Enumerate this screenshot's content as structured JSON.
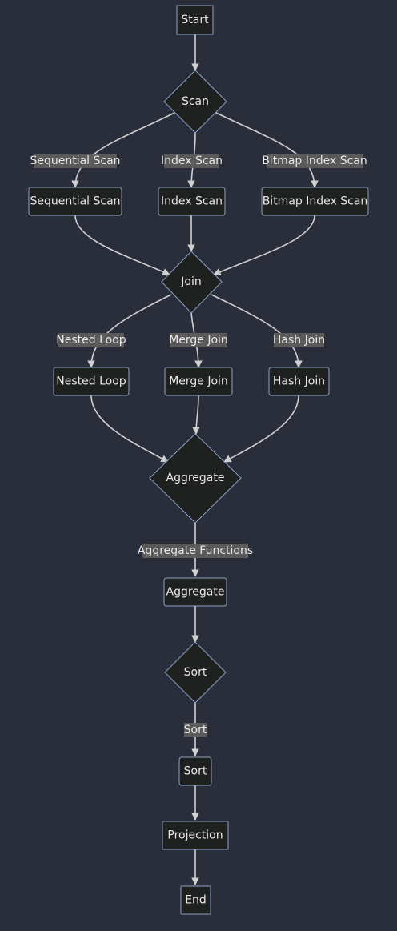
{
  "nodes": {
    "start": "Start",
    "scan_decision": "Scan",
    "seq_scan": "Sequential Scan",
    "index_scan": "Index Scan",
    "bitmap_scan": "Bitmap Index Scan",
    "join_decision": "Join",
    "nested_loop": "Nested Loop",
    "merge_join": "Merge Join",
    "hash_join": "Hash Join",
    "aggregate_decision": "Aggregate",
    "aggregate": "Aggregate",
    "sort_decision": "Sort",
    "sort": "Sort",
    "projection": "Projection",
    "end": "End"
  },
  "edge_labels": {
    "seq_scan": "Sequential Scan",
    "index_scan": "Index Scan",
    "bitmap_scan": "Bitmap Index Scan",
    "nested_loop": "Nested Loop",
    "merge_join": "Merge Join",
    "hash_join": "Hash Join",
    "aggregate_functions": "Aggregate Functions",
    "sort": "Sort"
  },
  "colors": {
    "background": "#2a2e3a",
    "node_fill": "#1f2020",
    "node_border": "#8aa3c7",
    "edge": "#d0d0d0",
    "edge_label_bg": "#5d5d5d",
    "text": "#e8e8e8"
  }
}
